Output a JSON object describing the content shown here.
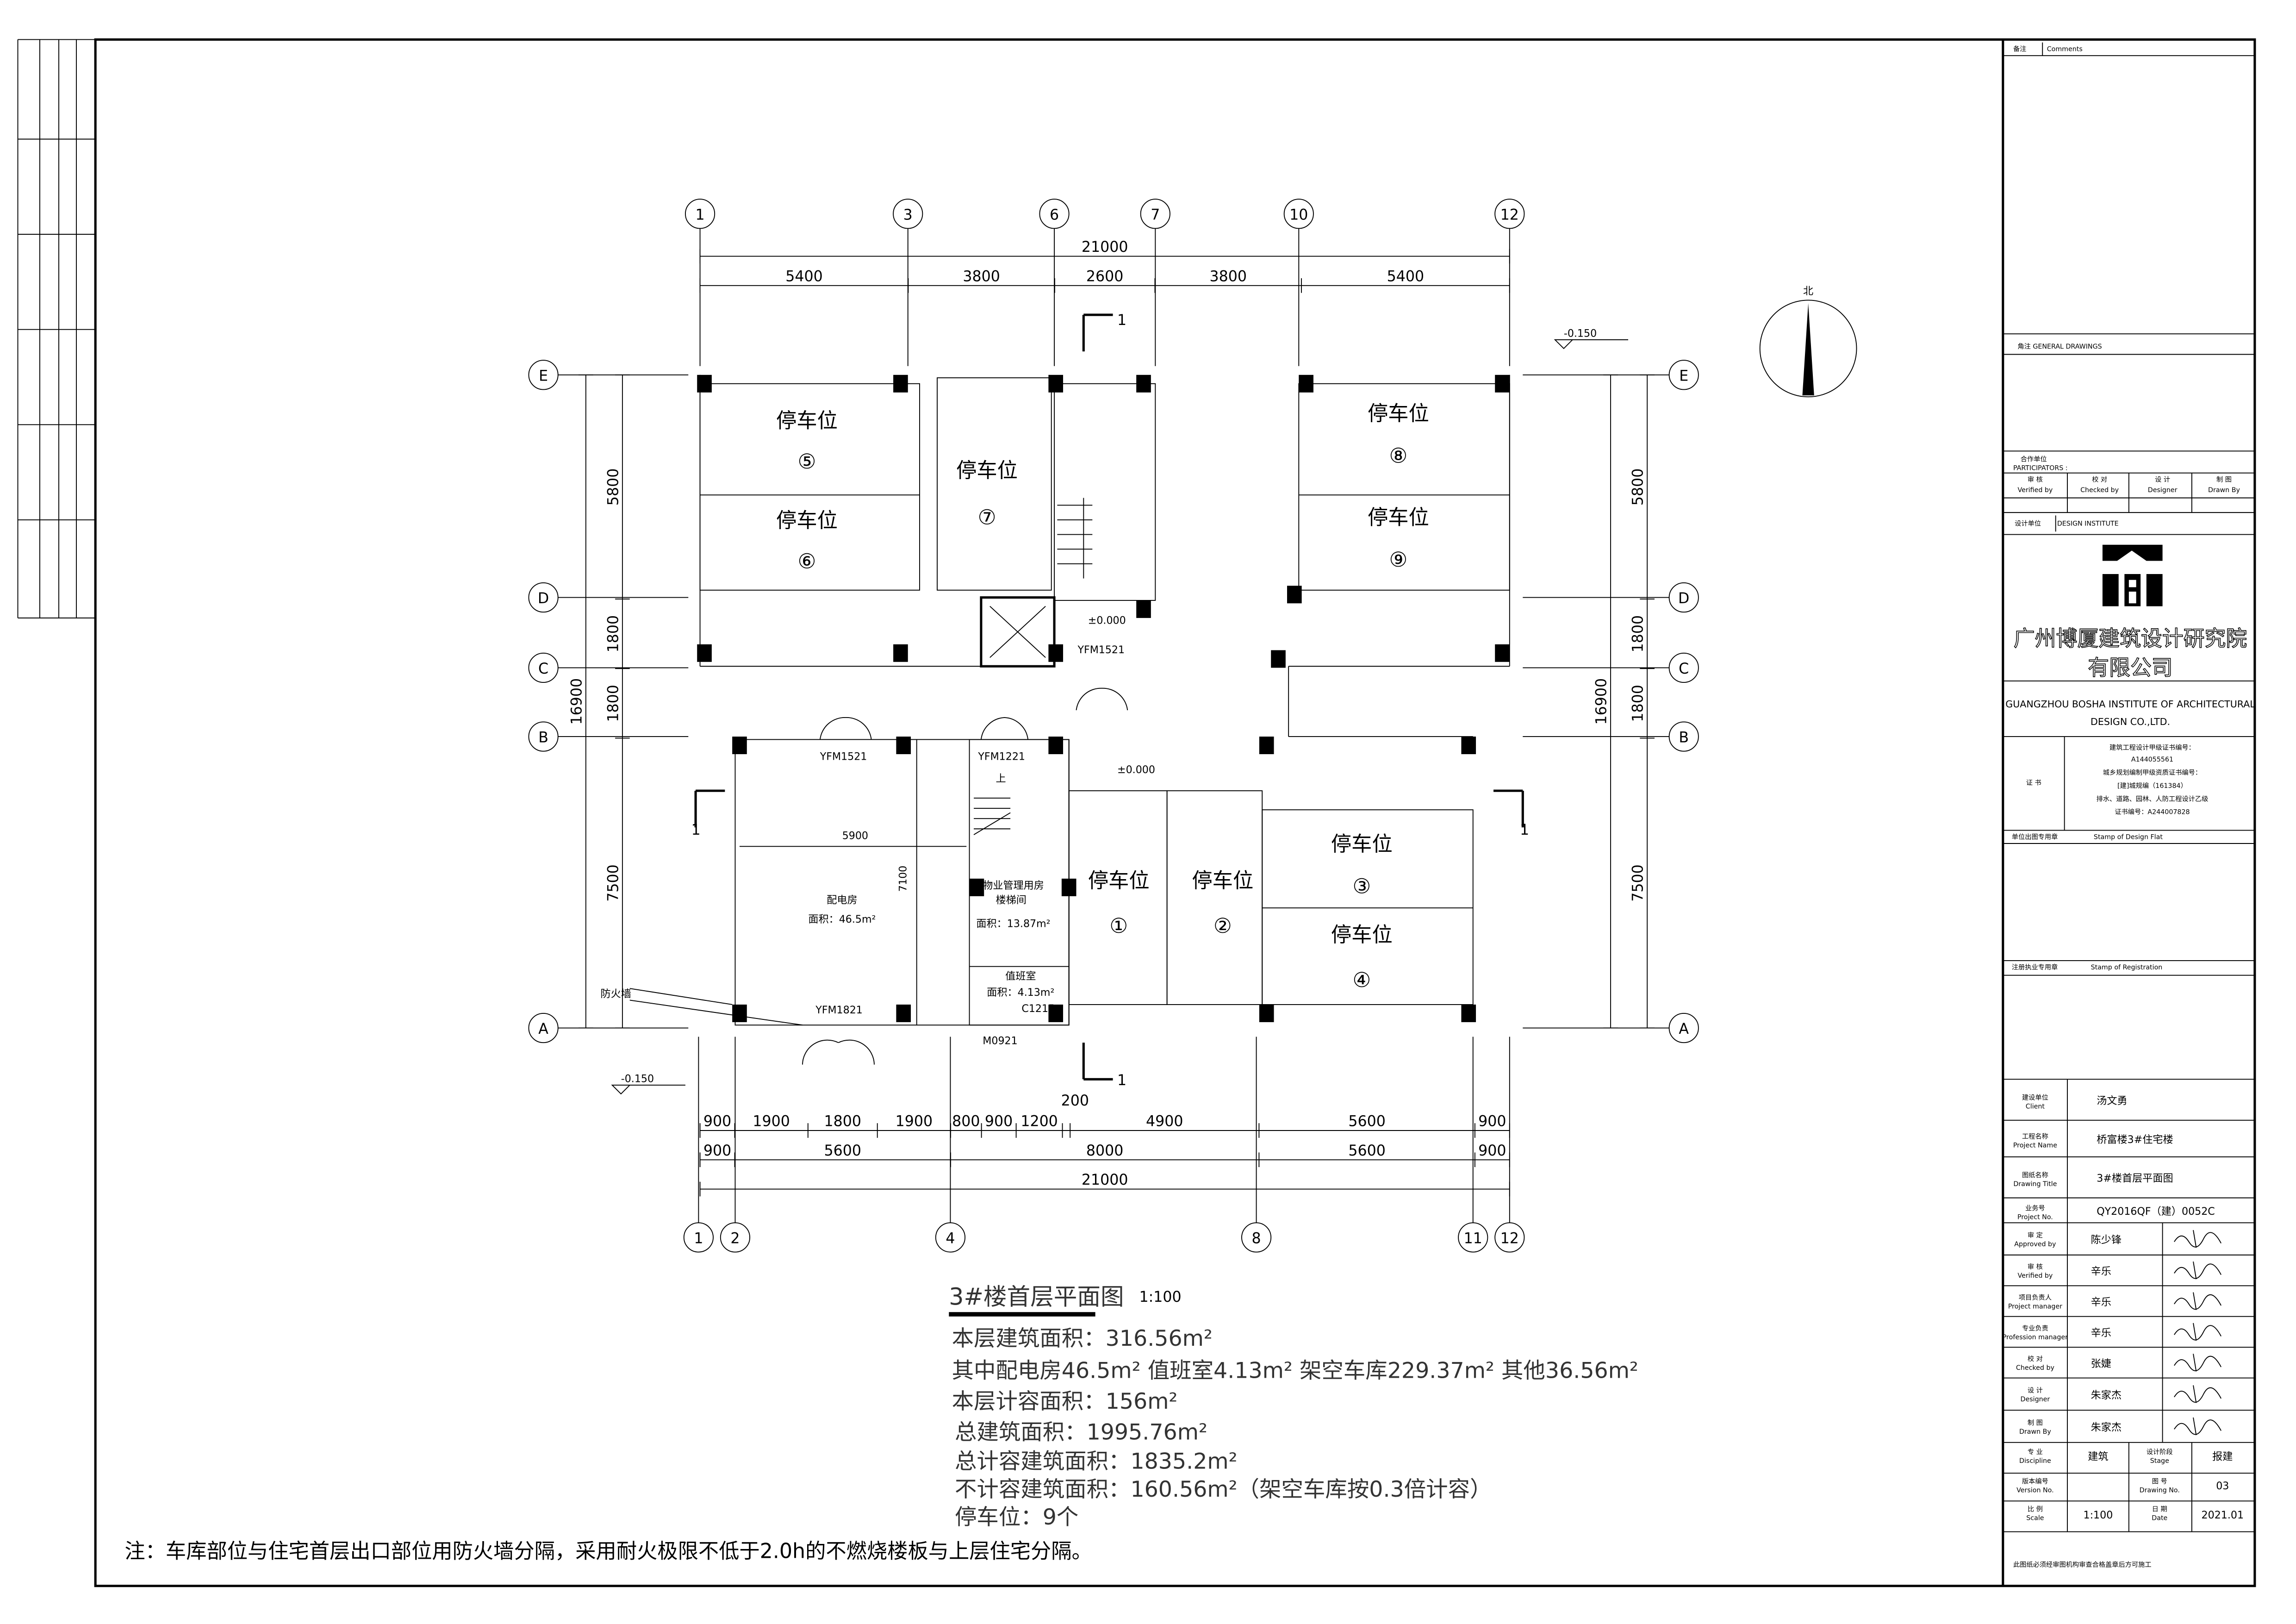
{
  "drawing": {
    "title": "3#楼首层平面图",
    "scale": "1:100",
    "areas": [
      "本层建筑面积：316.56m²",
      "其中配电房46.5m² 值班室4.13m² 架空车库229.37m² 其他36.56m²",
      "本层计容面积：156m²",
      "总建筑面积：1995.76m²",
      "总计容建筑面积：1835.2m²",
      "不计容建筑面积：160.56m²（架空车库按0.3倍计容）",
      "停车位：9个"
    ],
    "note": "注：车库部位与住宅首层出口部位用防火墙分隔，采用耐火极限不低于2.0h的不燃烧楼板与上层住宅分隔。",
    "north": "北"
  },
  "axes": {
    "top": [
      "1",
      "3",
      "6",
      "7",
      "10",
      "12"
    ],
    "bottom": [
      "1",
      "2",
      "4",
      "8",
      "11",
      "12"
    ],
    "rows": [
      "E",
      "D",
      "C",
      "B",
      "A"
    ]
  },
  "dims": {
    "top_total": "21000",
    "top": [
      "5400",
      "3800",
      "2600",
      "3800",
      "5400"
    ],
    "bottom1": [
      "900",
      "1900",
      "1800",
      "1900",
      "800",
      "900",
      "1200",
      "200",
      "4900",
      "5600",
      "900"
    ],
    "bottom2": [
      "900",
      "5600",
      "8000",
      "5600",
      "900"
    ],
    "bottom_total": "21000",
    "side": [
      "5800",
      "1800",
      "1800",
      "7500"
    ],
    "side_total": "16900",
    "room_width": "5900",
    "room_depth": "7100"
  },
  "elevations": {
    "outdoor": "-0.150",
    "indoor": "±0.000"
  },
  "section_mark": "1",
  "parking": {
    "label": "停车位",
    "numbers": [
      "①",
      "②",
      "③",
      "④",
      "⑤",
      "⑥",
      "⑦",
      "⑧",
      "⑨"
    ]
  },
  "rooms": {
    "power": {
      "name": "配电房",
      "area": "面积：46.5m²"
    },
    "property": {
      "name1": "物业管理用房",
      "name2": "楼梯间",
      "area": "面积：13.87m²"
    },
    "duty": {
      "name": "值班室",
      "area": "面积：4.13m²"
    },
    "stair_up": "上",
    "firewall": "防火墙"
  },
  "doors": {
    "d1": "YFM1521",
    "d2": "YFM1521",
    "d3": "YFM1221",
    "d4": "YFM1821",
    "d5": "M0921",
    "d6": "C1215"
  },
  "title_block": {
    "comments": "备注",
    "comments_en": "Comments",
    "general": "角注 GENERAL DRAWINGS",
    "participators": "合作单位",
    "participators_en": "PARTICIPATORS :",
    "roles": [
      {
        "cn": "审 核",
        "en": "Verified by"
      },
      {
        "cn": "校 对",
        "en": "Checked by"
      },
      {
        "cn": "设 计",
        "en": "Designer"
      },
      {
        "cn": "制 图",
        "en": "Drawn By"
      }
    ],
    "design_institute": "设计单位",
    "design_institute_en": "DESIGN INSTITUTE",
    "company_cn_1": "广州博厦建筑设计研究院",
    "company_cn_2": "有限公司",
    "company_en_1": "GUANGZHOU BOSHA INSTITUTE OF ARCHITECTURAL",
    "company_en_2": "DESIGN CO.,LTD.",
    "cert_label": "证 书",
    "cert_lines": [
      "建筑工程设计甲级证书编号：",
      "A144055561",
      "城乡规划编制甲级资质证书编号：",
      "[建]城规编（161384）",
      "排水、道路、园林、人防工程设计乙级",
      "证书编号：A244007828"
    ],
    "stamp_design": "单位出图专用章",
    "stamp_design_en": "Stamp of Design Flat",
    "stamp_reg": "注册执业专用章",
    "stamp_reg_en": "Stamp of Registration",
    "rows": [
      {
        "cn": "建设单位",
        "en": "Client",
        "value": "汤文勇"
      },
      {
        "cn": "工程名称",
        "en": "Project Name",
        "value": "桥富楼3#住宅楼"
      },
      {
        "cn": "图纸名称",
        "en": "Drawing Title",
        "value": "3#楼首层平面图"
      },
      {
        "cn": "业务号",
        "en": "Project No.",
        "value": "QY2016QF（建）0052C"
      }
    ],
    "people": [
      {
        "cn": "审 定",
        "en": "Approved by",
        "name": "陈少锋"
      },
      {
        "cn": "审 核",
        "en": "Verified by",
        "name": "辛乐"
      },
      {
        "cn": "项目负责人",
        "en": "Project manager",
        "name": "辛乐"
      },
      {
        "cn": "专业负责",
        "en": "Profession manager",
        "name": "辛乐"
      },
      {
        "cn": "校 对",
        "en": "Checked by",
        "name": "张婕"
      },
      {
        "cn": "设 计",
        "en": "Designer",
        "name": "朱家杰"
      },
      {
        "cn": "制 图",
        "en": "Drawn By",
        "name": "朱家杰"
      }
    ],
    "discipline": {
      "cn": "专 业",
      "en": "Discipline",
      "value": "建筑"
    },
    "stage": {
      "cn": "设计阶段",
      "en": "Stage",
      "value": "报建"
    },
    "version": {
      "cn": "版本编号",
      "en": "Version No.",
      "value": ""
    },
    "drawing_no": {
      "cn": "图 号",
      "en": "Drawing No.",
      "value": "03"
    },
    "scale": {
      "cn": "比 例",
      "en": "Scale",
      "value": "1:100"
    },
    "date": {
      "cn": "日 期",
      "en": "Date",
      "value": "2021.01"
    },
    "footer": "此图纸必须经审图机构审查合格盖章后方可施工"
  }
}
